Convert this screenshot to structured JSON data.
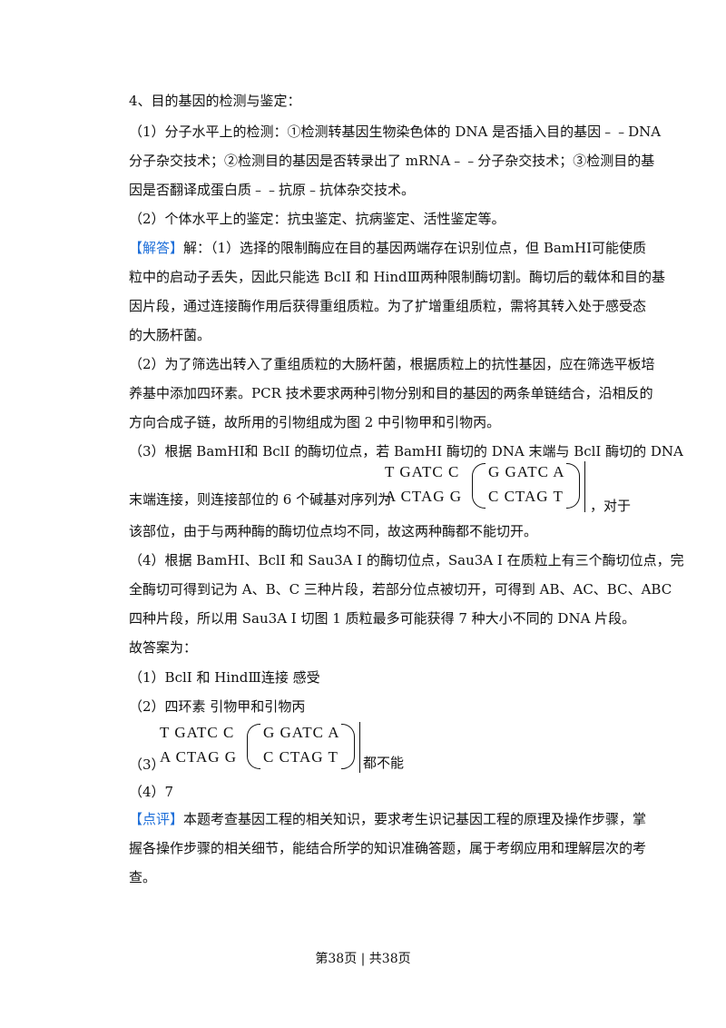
{
  "lines": [
    "4、目的基因的检测与鉴定：",
    "（1）分子水平上的检测：①检测转基因生物染色体的 DNA 是否插入目的基因﹣﹣DNA",
    "分子杂交技术；②检测目的基因是否转录出了 mRNA﹣﹣分子杂交技术；③检测目的基",
    "因是否翻译成蛋白质﹣﹣抗原﹣抗体杂交技术。",
    "（2）个体水平上的鉴定：抗虫鉴定、抗病鉴定、活性鉴定等。"
  ],
  "answer": {
    "tag": "【解答】",
    "lines": [
      "解：（1）选择的限制酶应在目的基因两端存在识别位点，但 BamHⅠ可能使质",
      "粒中的启动子丢失，因此只能选 BclI 和 HindⅢ两种限制酶切割。酶切后的载体和目的基",
      "因片段，通过连接酶作用后获得重组质粒。为了扩增重组质粒，需将其转入处于感受态",
      "的大肠杆菌。",
      "（2）为了筛选出转入了重组质粒的大肠杆菌，根据质粒上的抗性基因，应在筛选平板培",
      "养基中添加四环素。PCR 技术要求两种引物分别和目的基因的两条单链结合，沿相反的",
      "方向合成子链，故所用的引物组成为图 2 中引物甲和引物丙。",
      "（3）根据 BamHⅠ和 BclI 的酶切位点，若 BamHI 酶切的 DNA 末端与 BclI 酶切的 DNA"
    ],
    "line_before_seq": "末端连接，则连接部位的 6 个碱基对序列为",
    "line_after_seq": "，对于",
    "lines2": [
      "该部位，由于与两种酶的酶切位点均不同，故这两种酶都不能切开。",
      "（4）根据 BamHⅠ、BclI 和 Sau3A I 的酶切位点，Sau3A I 在质粒上有三个酶切位点，完",
      "全酶切可得到记为 A、B、C 三种片段，若部分位点被切开，可得到 AB、AC、BC、ABC",
      "四种片段，所以用 Sau3A I 切图 1 质粒最多可能获得 7 种大小不同的 DNA 片段。"
    ]
  },
  "sequence": {
    "top_left": "T GATC C",
    "top_right": "G GATC A",
    "bottom_left": "A CTAG G",
    "bottom_right": "C CTAG T"
  },
  "solution": {
    "heading": "故答案为：",
    "a1": "（1）BclI 和 HindⅢ连接  感受",
    "a2": "（2）四环素  引物甲和引物丙",
    "a3_prefix": "（3）",
    "a3_suffix": "都不能",
    "a4": "（4）7"
  },
  "comment": {
    "tag": "【点评】",
    "lines": [
      "本题考查基因工程的相关知识，要求考生识记基因工程的原理及操作步骤，掌",
      "握各操作步骤的相关细节，能结合所学的知识准确答题，属于考纲应用和理解层次的考",
      "查。"
    ]
  },
  "footer": "第38页  |  共38页"
}
